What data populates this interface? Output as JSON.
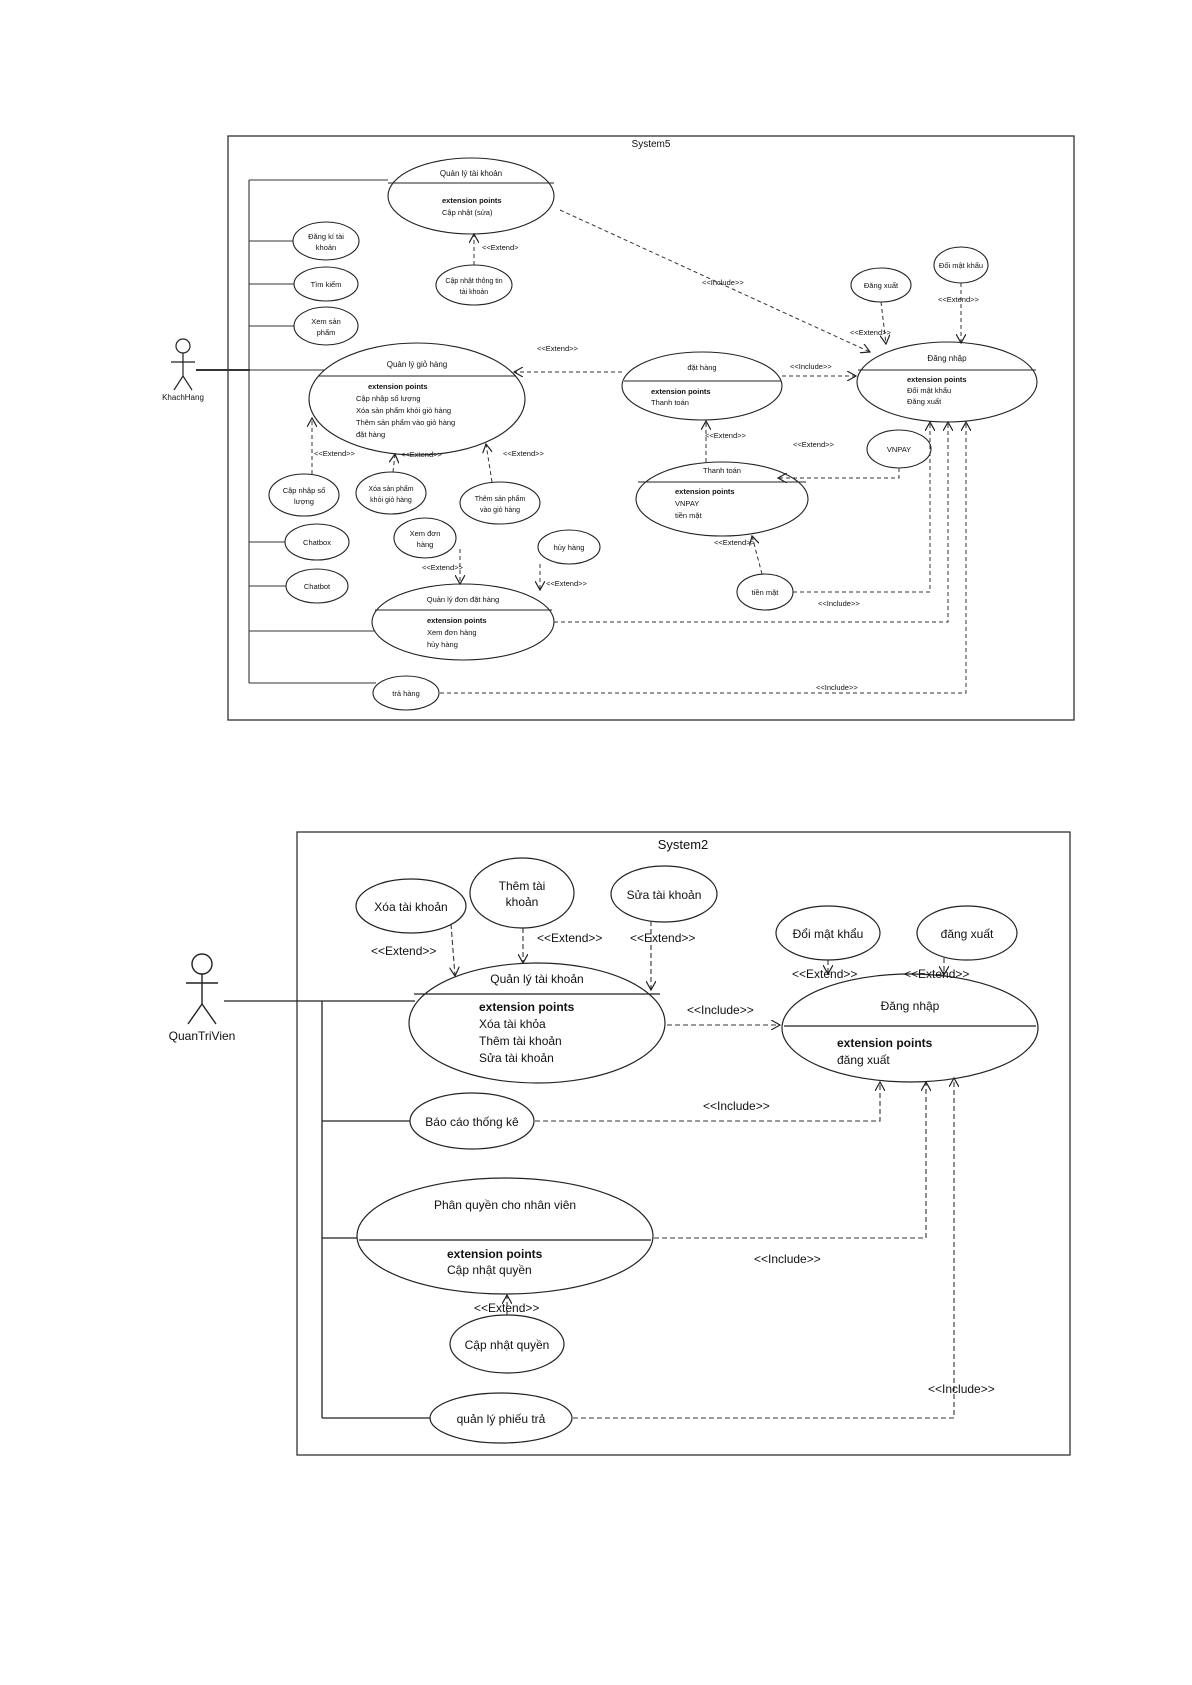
{
  "diagram1": {
    "system_label": "System5",
    "actor": "KhachHang",
    "usecases": {
      "quan_ly_tai_khoan": {
        "title": "Quản lý tài khoản",
        "ep_header": "extension points",
        "ep": [
          "Cập nhật (sửa)"
        ]
      },
      "dang_ky": {
        "lines": [
          "Đăng kí tài",
          "khoản"
        ]
      },
      "tim_kiem": {
        "lines": [
          "Tìm kiếm"
        ]
      },
      "xem_san_pham": {
        "lines": [
          "Xem sản",
          "phẩm"
        ]
      },
      "cap_nhat_thong_tin": {
        "lines": [
          "Cập nhật thông tin",
          "tài khoản"
        ]
      },
      "quan_ly_gio_hang": {
        "title": "Quản lý giỏ hàng",
        "ep_header": "extension points",
        "ep": [
          "Cập nhập số lượng",
          "Xóa sản phẩm khỏi giỏ hàng",
          "Thêm sản phẩm vào giỏ hàng",
          "đặt hàng"
        ]
      },
      "cap_nhap_so_luong": {
        "lines": [
          "Cập nhập số",
          "lượng"
        ]
      },
      "xoa_san_pham": {
        "lines": [
          "Xóa sản phẩm",
          "khỏi giỏ hàng"
        ]
      },
      "them_san_pham": {
        "lines": [
          "Thêm sản phẩm",
          "vào giỏ hàng"
        ]
      },
      "dat_hang": {
        "title": "đặt hàng",
        "ep_header": "extension points",
        "ep": [
          "Thanh toán"
        ]
      },
      "dang_xuat": {
        "lines": [
          "Đăng xuất"
        ]
      },
      "doi_mat_khau": {
        "lines": [
          "Đổi mật khẩu"
        ]
      },
      "dang_nhap": {
        "title": "Đăng nhập",
        "ep_header": "extension points",
        "ep": [
          "Đổi mật khẩu",
          "Đăng xuất"
        ]
      },
      "vnpay": {
        "lines": [
          "VNPAY"
        ]
      },
      "thanh_toan": {
        "title": "Thanh toán",
        "ep_header": "extension points",
        "ep": [
          "VNPAY",
          "tiền mặt"
        ]
      },
      "tien_mat": {
        "lines": [
          "tiền mặt"
        ]
      },
      "chatbox": {
        "lines": [
          "Chatbox"
        ]
      },
      "chatbot": {
        "lines": [
          "Chatbot"
        ]
      },
      "xem_don_hang": {
        "lines": [
          "Xem đơn",
          "hàng"
        ]
      },
      "huy_hang": {
        "lines": [
          "hủy hàng"
        ]
      },
      "quan_ly_don_dat_hang": {
        "title": "Quản lý đơn đặt hàng",
        "ep_header": "extension points",
        "ep": [
          "Xem đơn hàng",
          "hủy hàng"
        ]
      },
      "tra_hang": {
        "lines": [
          "trả hàng"
        ]
      }
    },
    "relations": {
      "extend": "<<Extend>>",
      "include": "<<Include>>",
      "extend_small": "<<Extend>",
      "include_small": "<<Include>"
    }
  },
  "diagram2": {
    "system_label": "System2",
    "actor": "QuanTriVien",
    "usecases": {
      "xoa_tai_khoan": {
        "lines": [
          "Xóa tài khoản"
        ]
      },
      "them_tai_khoan": {
        "lines": [
          "Thêm tài",
          "khoản"
        ]
      },
      "sua_tai_khoan": {
        "lines": [
          "Sửa tài khoản"
        ]
      },
      "quan_ly_tai_khoan": {
        "title": "Quản lý tài khoản",
        "ep_header": "extension points",
        "ep": [
          "Xóa tài khỏa",
          "Thêm tài khoản",
          "Sửa tài khoản"
        ]
      },
      "doi_mat_khau": {
        "lines": [
          "Đổi mật khẩu"
        ]
      },
      "dang_xuat": {
        "lines": [
          "đăng xuất"
        ]
      },
      "dang_nhap": {
        "title": "Đăng nhập",
        "ep_header": "extension points",
        "ep": [
          "đăng xuất"
        ]
      },
      "bao_cao": {
        "lines": [
          "Báo cáo thống kê"
        ]
      },
      "phan_quyen": {
        "title": "Phân quyền cho nhân viên",
        "ep_header": "extension points",
        "ep": [
          "Cập nhật quyền"
        ]
      },
      "cap_nhat_quyen": {
        "lines": [
          "Cập nhật quyền"
        ]
      },
      "quan_ly_phieu_tra": {
        "lines": [
          "quản lý phiếu trả"
        ]
      }
    },
    "relations": {
      "extend": "<<Extend>>",
      "include": "<<Include>>"
    }
  }
}
